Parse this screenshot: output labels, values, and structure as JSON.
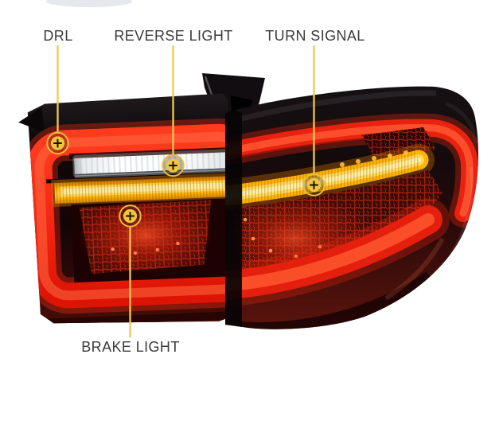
{
  "page": {
    "background_color": "#ffffff"
  },
  "callouts": {
    "drl": {
      "label": "DRL",
      "marker_symbol": "+"
    },
    "reverse_light": {
      "label": "REVERSE LIGHT",
      "marker_symbol": "+"
    },
    "turn_signal": {
      "label": "TURN SIGNAL",
      "marker_symbol": "+"
    },
    "brake_light": {
      "label": "BRAKE LIGHT",
      "marker_symbol": "+"
    }
  },
  "colors": {
    "label_text": "#3b3b3b",
    "leader_line": "#f1c84f",
    "marker_ring": "#edbc3c",
    "marker_fill": "#f2c53d",
    "marker_cross": "#171007",
    "tail_lamp_red": "#ff2a14",
    "turn_signal_amber": "#ffb405",
    "reverse_white": "#ffffff",
    "housing_black": "#0d0a0b",
    "housing_maroon": "#4e0c07"
  }
}
